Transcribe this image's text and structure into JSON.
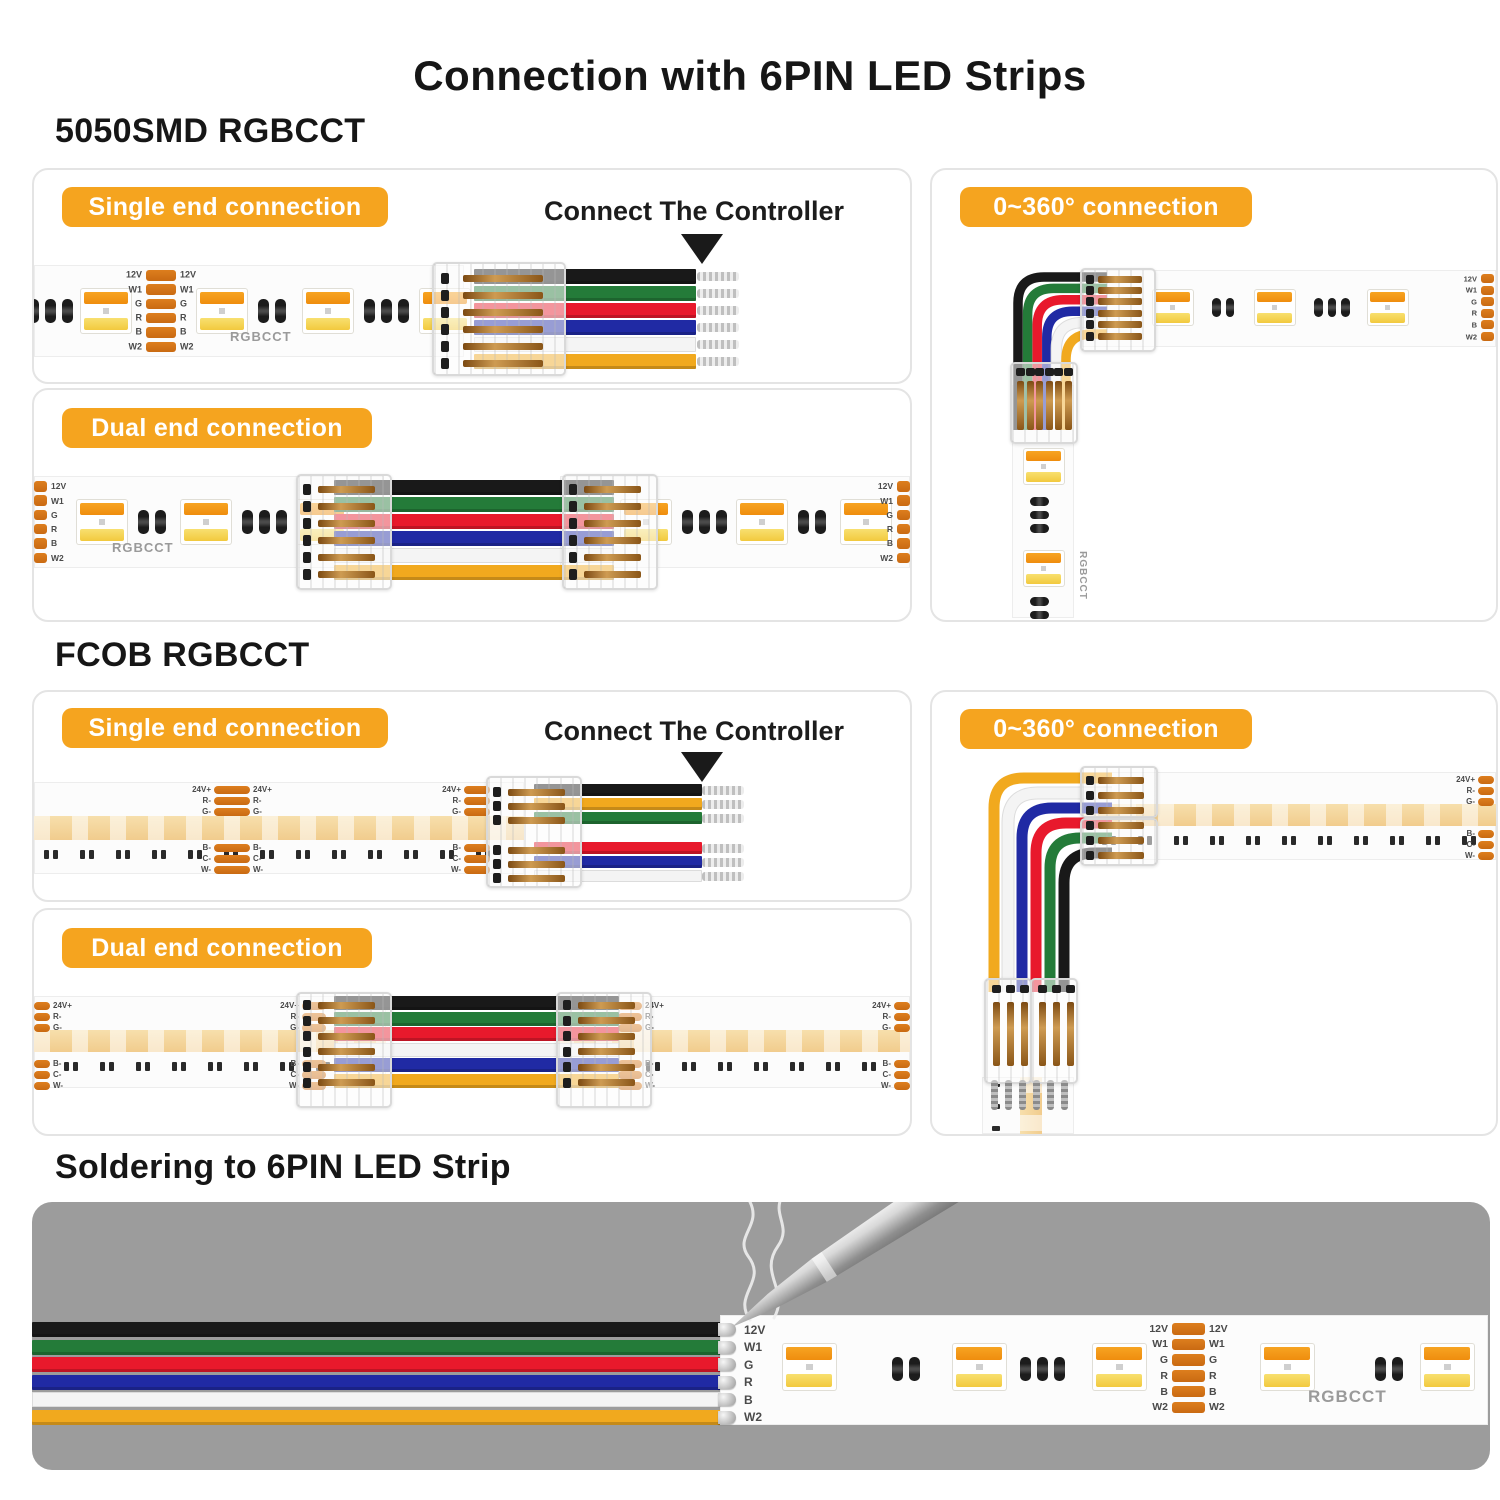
{
  "page": {
    "title": "Connection with 6PIN LED Strips"
  },
  "sections": {
    "smd": "5050SMD RGBCCT",
    "fcob": "FCOB RGBCCT",
    "solder": "Soldering to 6PIN LED Strip"
  },
  "badges": {
    "single_end": "Single end connection",
    "dual_end": "Dual end connection",
    "angle": "0~360° connection"
  },
  "labels": {
    "connect_controller": "Connect The Controller",
    "strip_type": "RGBCCT"
  },
  "pins": {
    "smd": [
      "12V",
      "W1",
      "G",
      "R",
      "B",
      "W2"
    ],
    "fcob_top": [
      "24V+",
      "R-",
      "G-"
    ],
    "fcob_bottom": [
      "B-",
      "C-",
      "W-"
    ]
  },
  "wire_order": {
    "smd": [
      "black",
      "green",
      "red",
      "blue",
      "white",
      "yellow"
    ],
    "fcob_single_top": [
      "black",
      "yellow",
      "green"
    ],
    "fcob_single_bottom": [
      "red",
      "blue",
      "white"
    ],
    "fcob_dual": [
      "black",
      "green",
      "red",
      "white",
      "blue",
      "yellow"
    ],
    "fcob_angle": [
      "yellow",
      "white",
      "blue",
      "red",
      "green",
      "black"
    ]
  },
  "colors": {
    "badge": "#F5A41F",
    "badge_text": "#FFFFFF",
    "heading": "#161616",
    "panel_border": "#E4E4E4",
    "pad_copper": "#DD7E1E",
    "pad_copper_dark": "#C96A12",
    "phosphor": "#F3D19A",
    "solder_panel": "#9C9C9C",
    "wire_black": "#191919",
    "wire_green": "#247B39",
    "wire_red": "#E8192C",
    "wire_blue": "#202AA4",
    "wire_white": "#F4F4F4",
    "wire_yellow": "#F1A91E"
  }
}
